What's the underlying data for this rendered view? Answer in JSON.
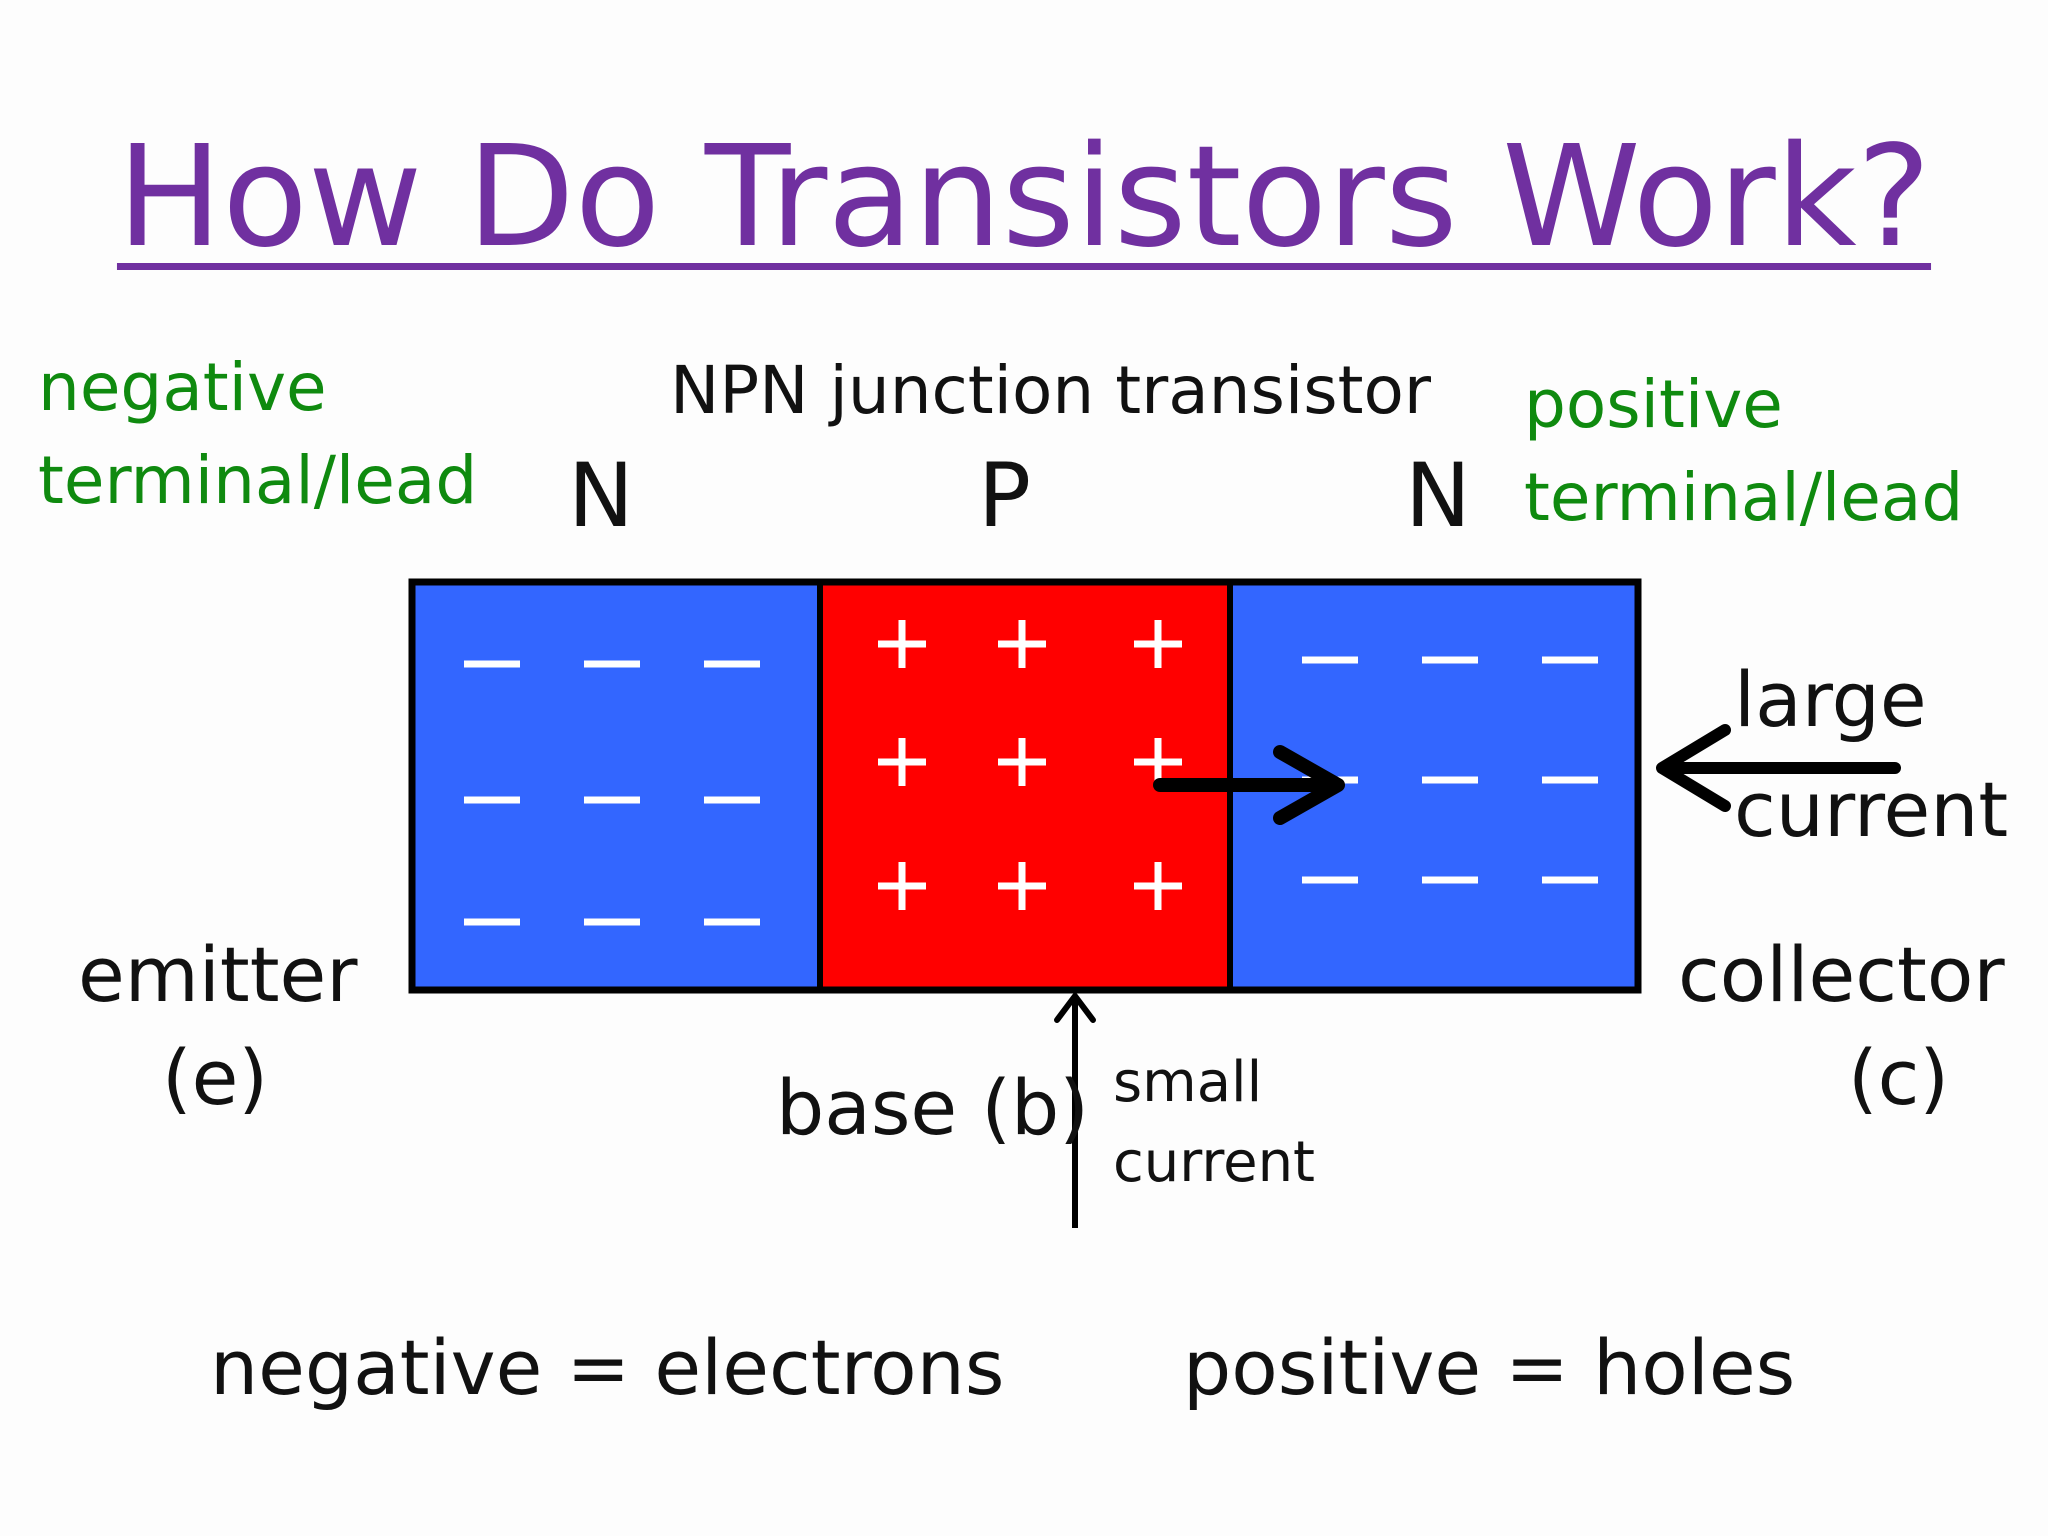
{
  "title": "How Do Transistors Work?",
  "subtitle": "NPN junction transistor",
  "left_terminal": {
    "line1": "negative",
    "line2": "terminal/lead"
  },
  "right_terminal": {
    "line1": "positive",
    "line2": "terminal/lead"
  },
  "regions": [
    {
      "letter": "N",
      "charge": "−",
      "color": "#3366ff"
    },
    {
      "letter": "P",
      "charge": "+",
      "color": "#ff0000"
    },
    {
      "letter": "N",
      "charge": "−",
      "color": "#3366ff"
    }
  ],
  "emitter": {
    "line1": "emitter",
    "line2": "(e)"
  },
  "collector": {
    "line1": "collector",
    "line2": "(c)"
  },
  "base_label": "base (b)",
  "small_current": {
    "line1": "small",
    "line2": "current"
  },
  "large_current": {
    "line1": "large",
    "line2": "current"
  },
  "legend": {
    "negative": "negative = electrons",
    "positive": "positive = holes"
  },
  "colors": {
    "title": "#7030a0",
    "terminal_text": "#0f8a0f",
    "n_region": "#3366ff",
    "p_region": "#ff0000"
  }
}
